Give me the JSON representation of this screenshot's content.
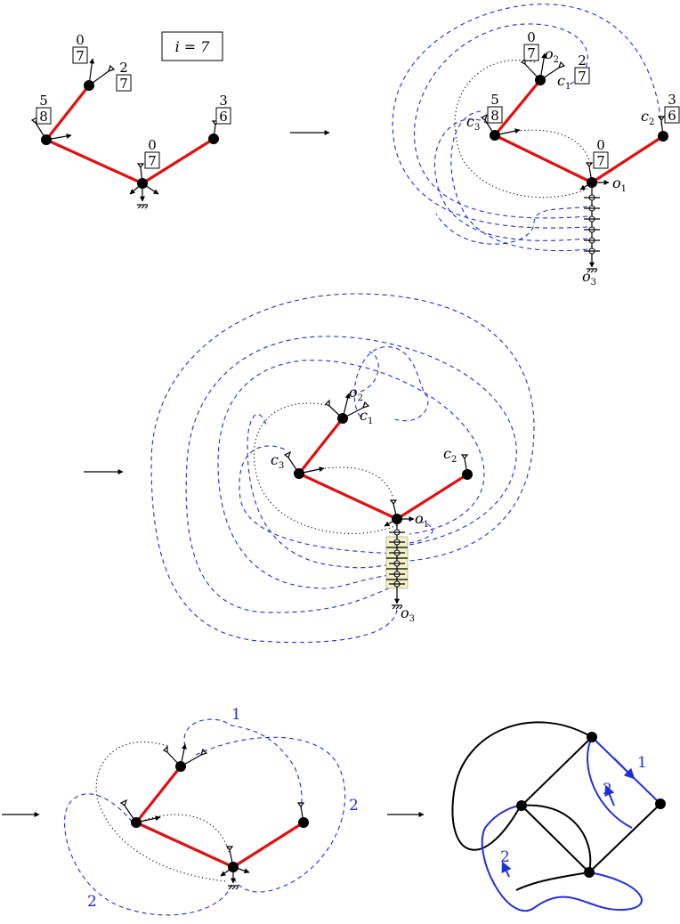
{
  "iteration_label": "i = 7",
  "panel1": {
    "labels": [
      {
        "top": "0",
        "boxed": "7"
      },
      {
        "top": "2",
        "boxed": "7"
      },
      {
        "top": "5",
        "boxed": "8"
      },
      {
        "top": "3",
        "boxed": "6"
      },
      {
        "top": "0",
        "boxed": "7"
      }
    ]
  },
  "panel2": {
    "labels": [
      {
        "top": "0",
        "boxed": "7"
      },
      {
        "top": "2",
        "boxed": "7"
      },
      {
        "top": "5",
        "boxed": "8"
      },
      {
        "top": "3",
        "boxed": "6"
      },
      {
        "top": "0",
        "boxed": "7"
      }
    ],
    "corners": [
      "c1",
      "c2",
      "c3"
    ],
    "outs": [
      "o1",
      "o2",
      "o3"
    ]
  },
  "panel3": {
    "corners": [
      "c1",
      "c2",
      "c3"
    ],
    "outs": [
      "o1",
      "o2",
      "o3"
    ]
  },
  "panel4": {
    "face_labels": [
      "1",
      "2",
      "2"
    ]
  },
  "panel5": {
    "edge_labels": [
      "1",
      "2",
      "2"
    ]
  }
}
